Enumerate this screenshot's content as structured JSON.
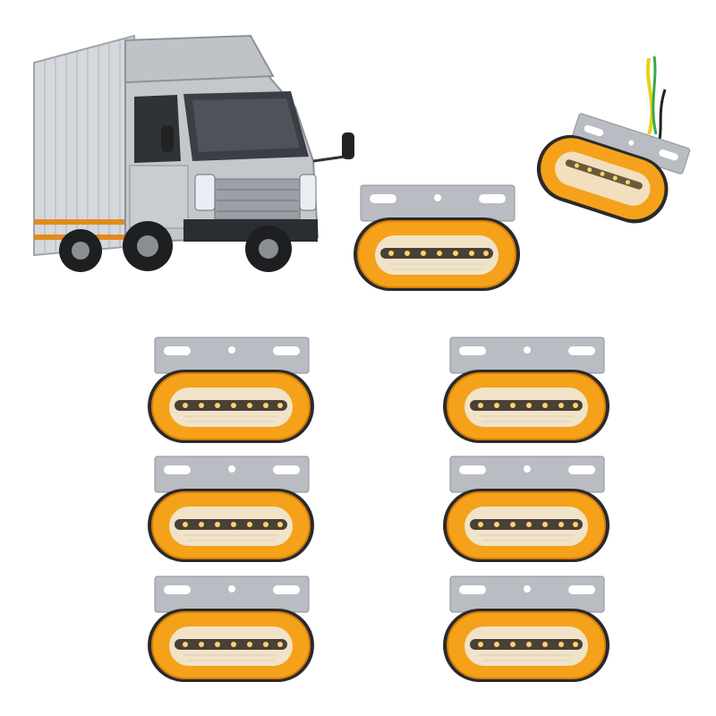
{
  "product": {
    "kind": "truck side marker LED lights",
    "lamp_count": 8,
    "colors": {
      "amber": "#f5a11a",
      "amber_dark": "#d97f08",
      "lens_clear": "#f1eadc",
      "bracket": "#b9bcc2",
      "rubber": "#2a2a2a",
      "truck_body": "#c9ccd1",
      "wire_yellow": "#e8d21c",
      "wire_green": "#3aa84a",
      "wire_black": "#222222"
    }
  },
  "scene": {
    "truck": {
      "icon": "truck-illustration"
    },
    "lamp_icon": "led-marker-lamp-icon"
  }
}
